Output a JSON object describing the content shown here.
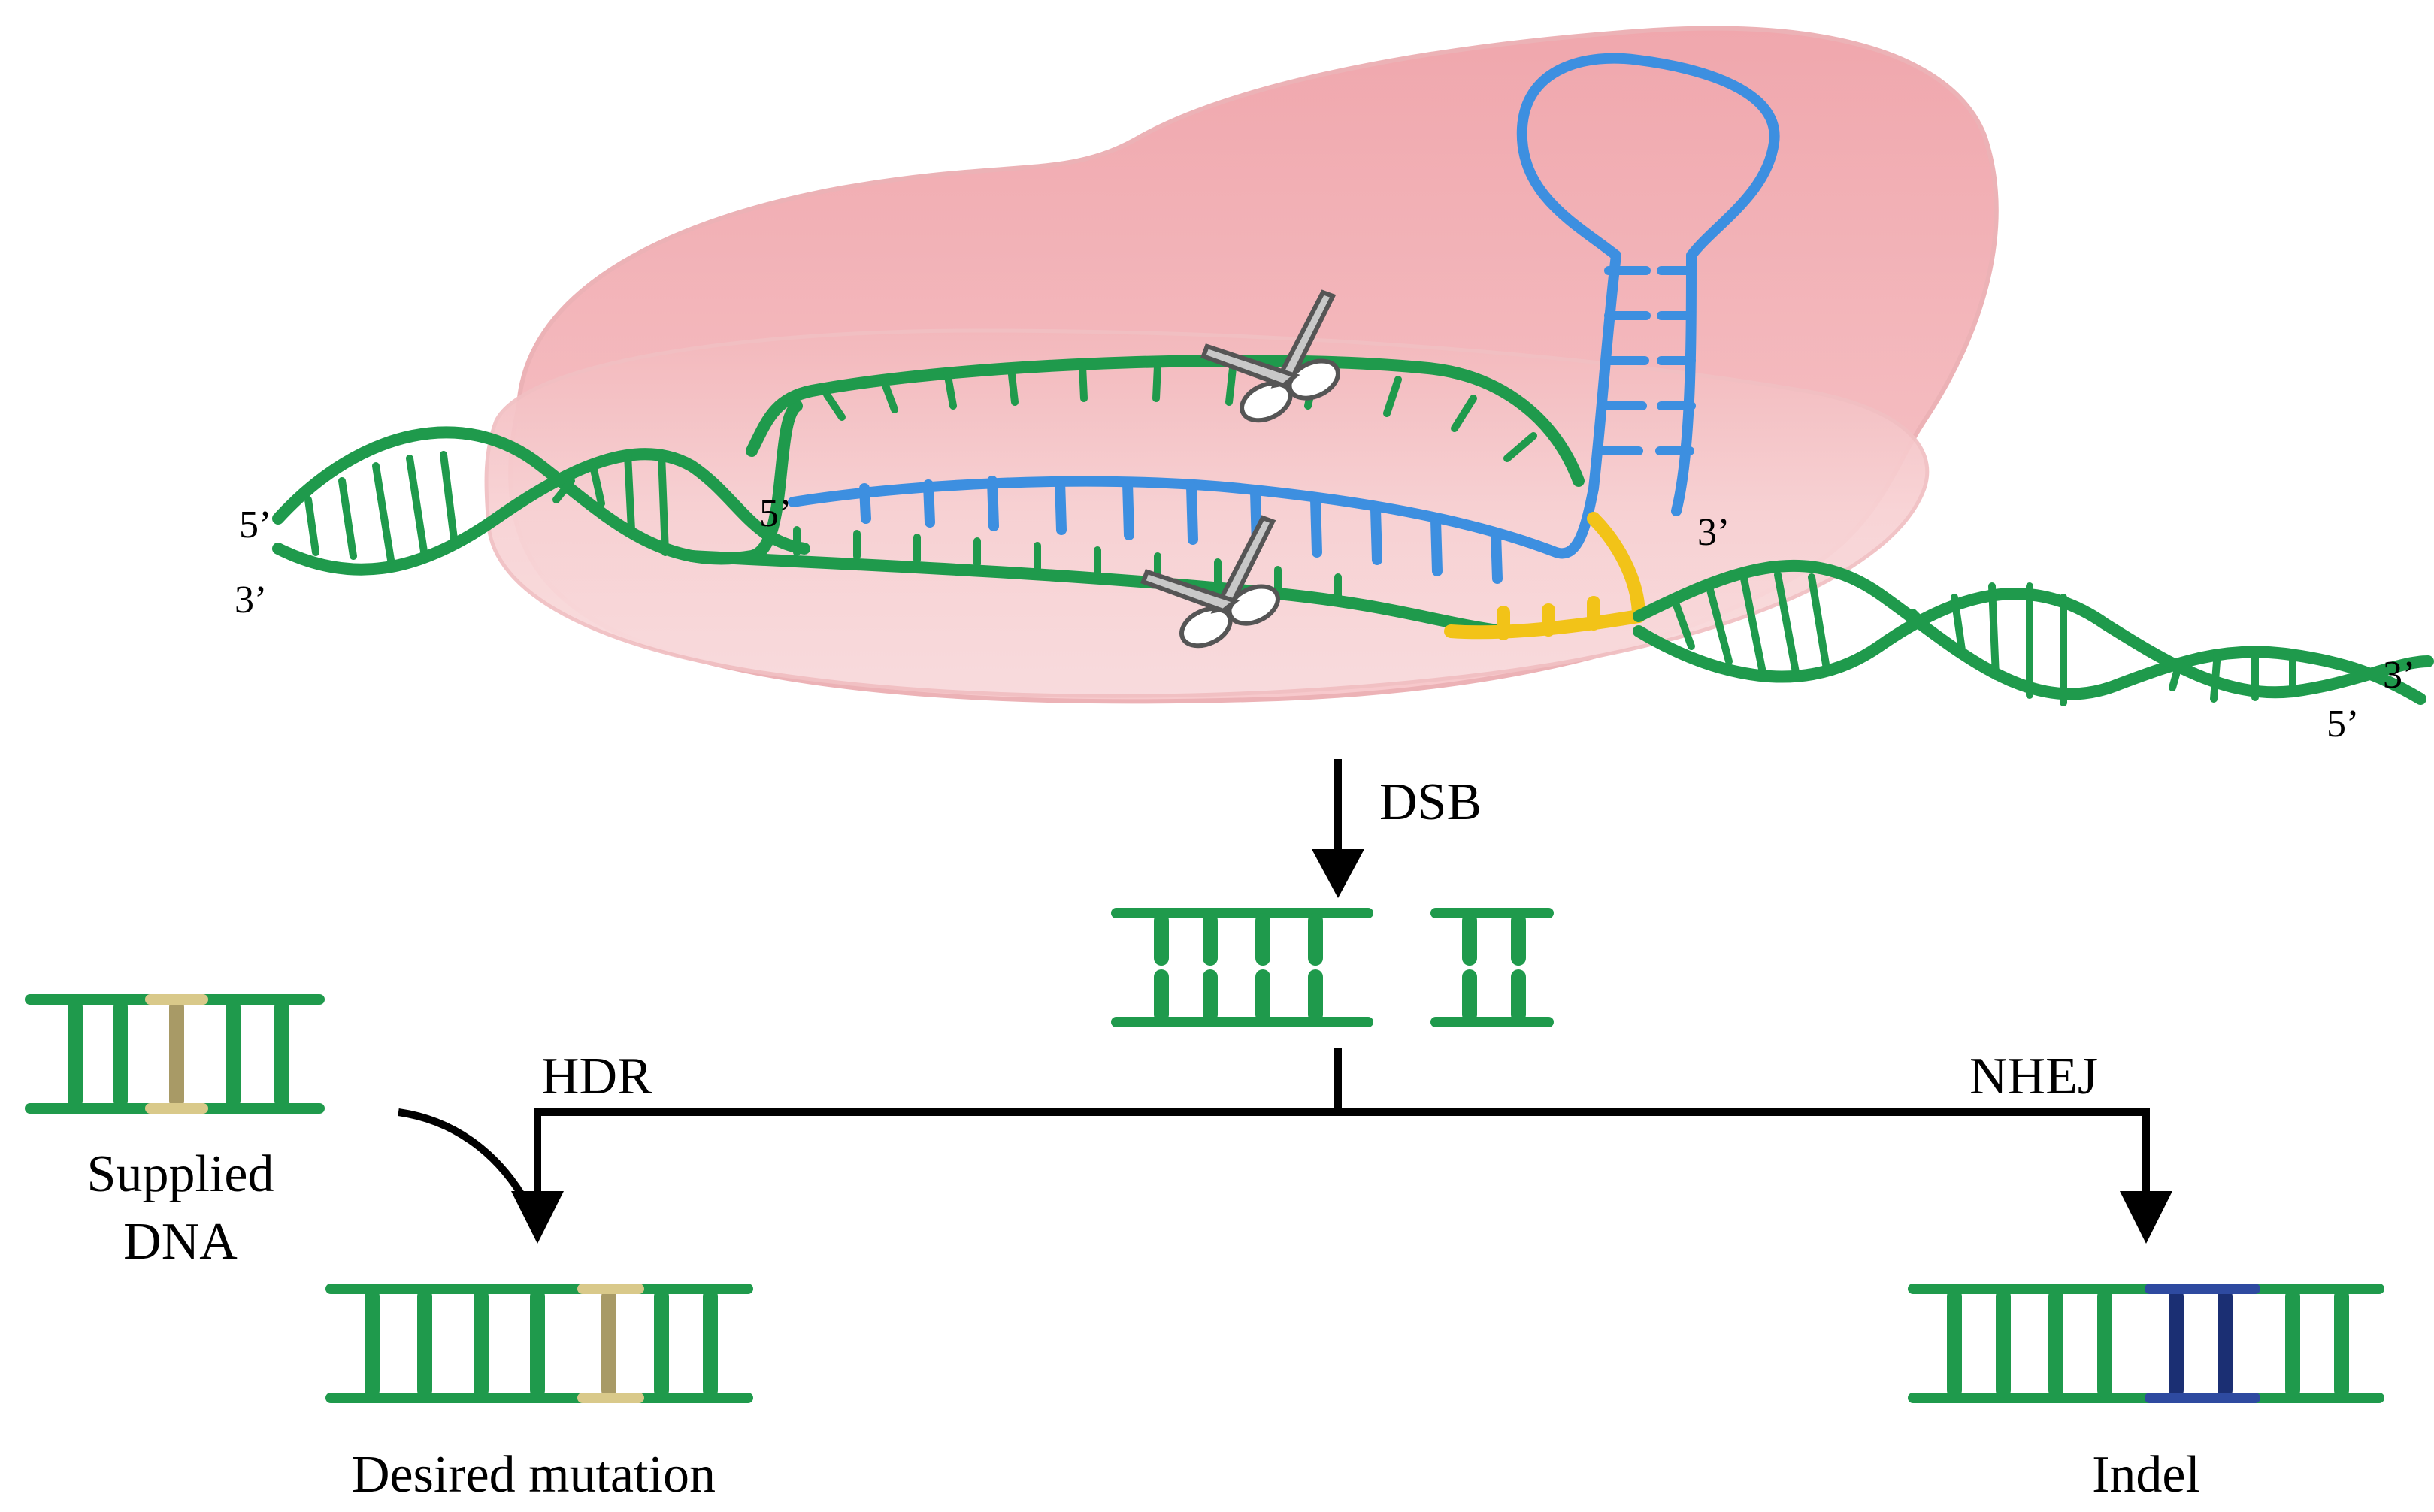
{
  "labels": {
    "strand_left_top": "5’",
    "strand_left_bottom": "3’",
    "guide_5prime": "5’",
    "guide_3prime": "3’",
    "strand_right_top": "3’",
    "strand_right_bottom": "5’",
    "dsb": "DSB",
    "hdr": "HDR",
    "nhej": "NHEJ",
    "supplied_dna": [
      "Supplied",
      "DNA"
    ],
    "desired_mutation": "Desired mutation",
    "indel": "Indel"
  },
  "colors": {
    "dna": "#1f9a4c",
    "dna_light": "#5fd08a",
    "guide_rna": "#3d8fe0",
    "pam": "#f2c318",
    "protein": "#f6c9cc",
    "donor_rung": "#a89a66",
    "indel_rung": "#1b2f73",
    "arrow": "#000000"
  },
  "icons": [
    "scissors-icon",
    "scissors-icon"
  ]
}
